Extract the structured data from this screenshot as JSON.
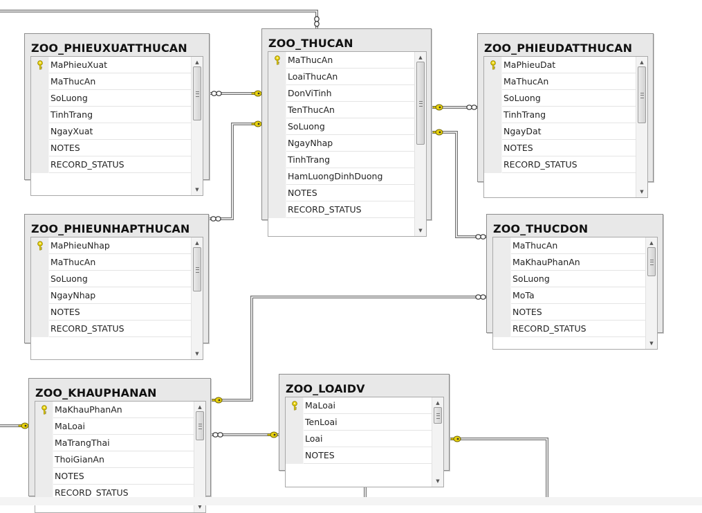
{
  "diagram": {
    "tables": [
      {
        "id": "phieuxuat",
        "title": "ZOO_PHIEUXUATTHUCAN",
        "columns": [
          {
            "name": "MaPhieuXuat",
            "key": true
          },
          {
            "name": "MaThucAn",
            "key": false
          },
          {
            "name": "SoLuong",
            "key": false
          },
          {
            "name": "TinhTrang",
            "key": false
          },
          {
            "name": "NgayXuat",
            "key": false
          },
          {
            "name": "NOTES",
            "key": false
          },
          {
            "name": "RECORD_STATUS",
            "key": false
          }
        ]
      },
      {
        "id": "thucan",
        "title": "ZOO_THUCAN",
        "columns": [
          {
            "name": "MaThucAn",
            "key": true
          },
          {
            "name": "LoaiThucAn",
            "key": false
          },
          {
            "name": "DonViTinh",
            "key": false
          },
          {
            "name": "TenThucAn",
            "key": false
          },
          {
            "name": "SoLuong",
            "key": false
          },
          {
            "name": "NgayNhap",
            "key": false
          },
          {
            "name": "TinhTrang",
            "key": false
          },
          {
            "name": "HamLuongDinhDuong",
            "key": false
          },
          {
            "name": "NOTES",
            "key": false
          },
          {
            "name": "RECORD_STATUS",
            "key": false
          }
        ]
      },
      {
        "id": "phieudat",
        "title": "ZOO_PHIEUDATTHUCAN",
        "columns": [
          {
            "name": "MaPhieuDat",
            "key": true
          },
          {
            "name": "MaThucAn",
            "key": false
          },
          {
            "name": "SoLuong",
            "key": false
          },
          {
            "name": "TinhTrang",
            "key": false
          },
          {
            "name": "NgayDat",
            "key": false
          },
          {
            "name": "NOTES",
            "key": false
          },
          {
            "name": "RECORD_STATUS",
            "key": false
          }
        ]
      },
      {
        "id": "phieunhap",
        "title": "ZOO_PHIEUNHAPTHUCAN",
        "columns": [
          {
            "name": "MaPhieuNhap",
            "key": true
          },
          {
            "name": "MaThucAn",
            "key": false
          },
          {
            "name": "SoLuong",
            "key": false
          },
          {
            "name": "NgayNhap",
            "key": false
          },
          {
            "name": "NOTES",
            "key": false
          },
          {
            "name": "RECORD_STATUS",
            "key": false
          }
        ]
      },
      {
        "id": "thucdon",
        "title": "ZOO_THUCDON",
        "columns": [
          {
            "name": "MaThucAn",
            "key": false
          },
          {
            "name": "MaKhauPhanAn",
            "key": false
          },
          {
            "name": "SoLuong",
            "key": false
          },
          {
            "name": "MoTa",
            "key": false
          },
          {
            "name": "NOTES",
            "key": false
          },
          {
            "name": "RECORD_STATUS",
            "key": false
          }
        ]
      },
      {
        "id": "khauphanan",
        "title": "ZOO_KHAUPHANAN",
        "columns": [
          {
            "name": "MaKhauPhanAn",
            "key": true
          },
          {
            "name": "MaLoai",
            "key": false
          },
          {
            "name": "MaTrangThai",
            "key": false
          },
          {
            "name": "ThoiGianAn",
            "key": false
          },
          {
            "name": "NOTES",
            "key": false
          },
          {
            "name": "RECORD_STATUS",
            "key": false
          }
        ]
      },
      {
        "id": "loaidv",
        "title": "ZOO_LOAIDV",
        "columns": [
          {
            "name": "MaLoai",
            "key": true
          },
          {
            "name": "TenLoai",
            "key": false
          },
          {
            "name": "Loai",
            "key": false
          },
          {
            "name": "NOTES",
            "key": false
          }
        ]
      }
    ],
    "relationships": [
      {
        "many": "phieuxuat",
        "one": "thucan"
      },
      {
        "many": "phieunhap",
        "one": "thucan"
      },
      {
        "many": "phieudat",
        "one": "thucan"
      },
      {
        "many": "thucdon",
        "one": "thucan"
      },
      {
        "many": "thucdon",
        "one": "khauphanan"
      },
      {
        "many": "khauphanan",
        "one": "loaidv"
      }
    ],
    "colors": {
      "key_icon": "#e8d20e",
      "line": "#707070",
      "table_frame": "#e8e8e8"
    },
    "icons": {
      "primary_key": "key-icon",
      "one_end": "key-icon",
      "many_end": "infinity-icon"
    }
  }
}
